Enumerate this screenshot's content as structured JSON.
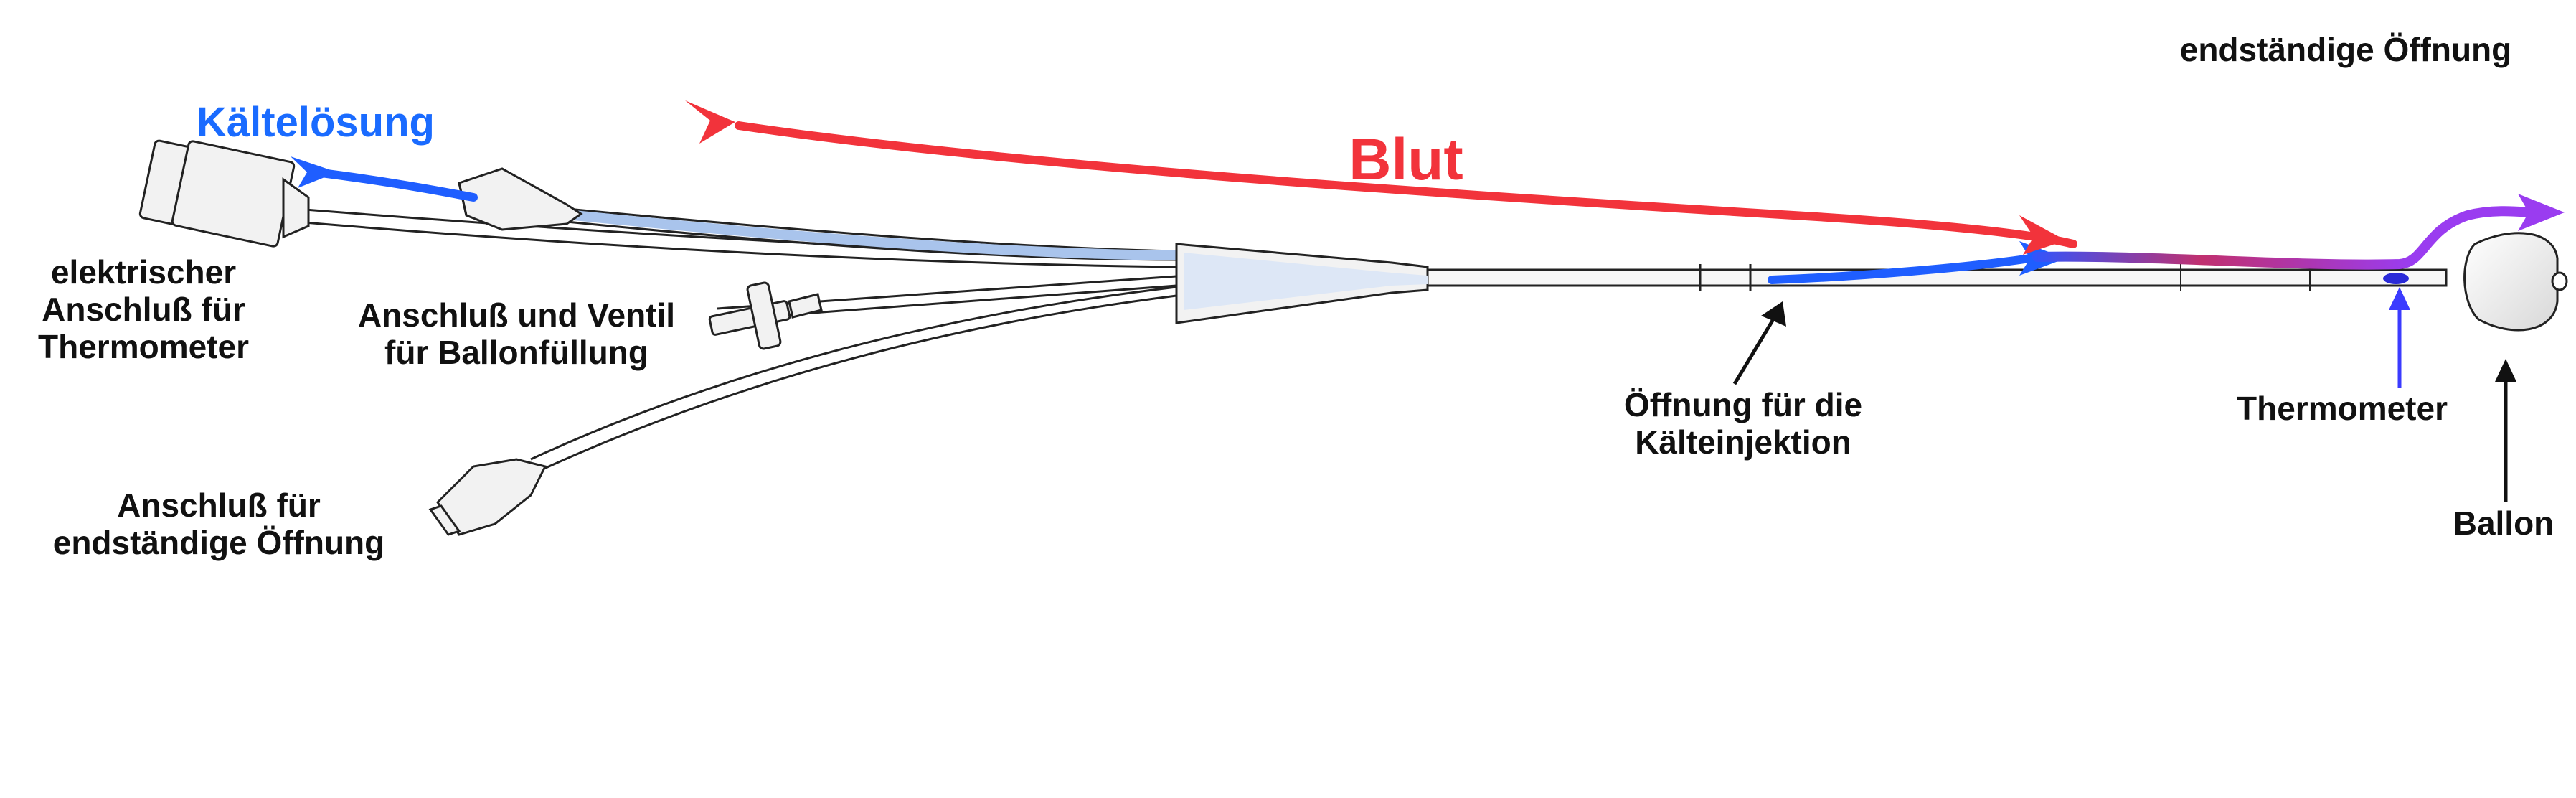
{
  "labels": {
    "kaeltelosung": "Kältelösung",
    "blut": "Blut",
    "endstaendige_oeffnung_top": "endständige Öffnung",
    "elektrischer_1": "elektrischer",
    "elektrischer_2": "Anschluß für",
    "elektrischer_3": "Thermometer",
    "ventil_1": "Anschluß und Ventil",
    "ventil_2": "für Ballonfüllung",
    "anschluss_end_1": "Anschluß für",
    "anschluss_end_2": "endständige Öffnung",
    "kalte_1": "Öffnung für die",
    "kalte_2": "Kälteinjektion",
    "thermometer": "Thermometer",
    "ballon": "Ballon"
  },
  "colors": {
    "blut": "#f2333b",
    "kaelte": "#1f5eff",
    "kaelte_label": "#1a6bff",
    "kaelte_light": "#a9c4ec",
    "mix": "#9a3cf0",
    "catheter_stroke": "#222222",
    "catheter_fill": "#f4f4f4",
    "text": "#111111"
  }
}
